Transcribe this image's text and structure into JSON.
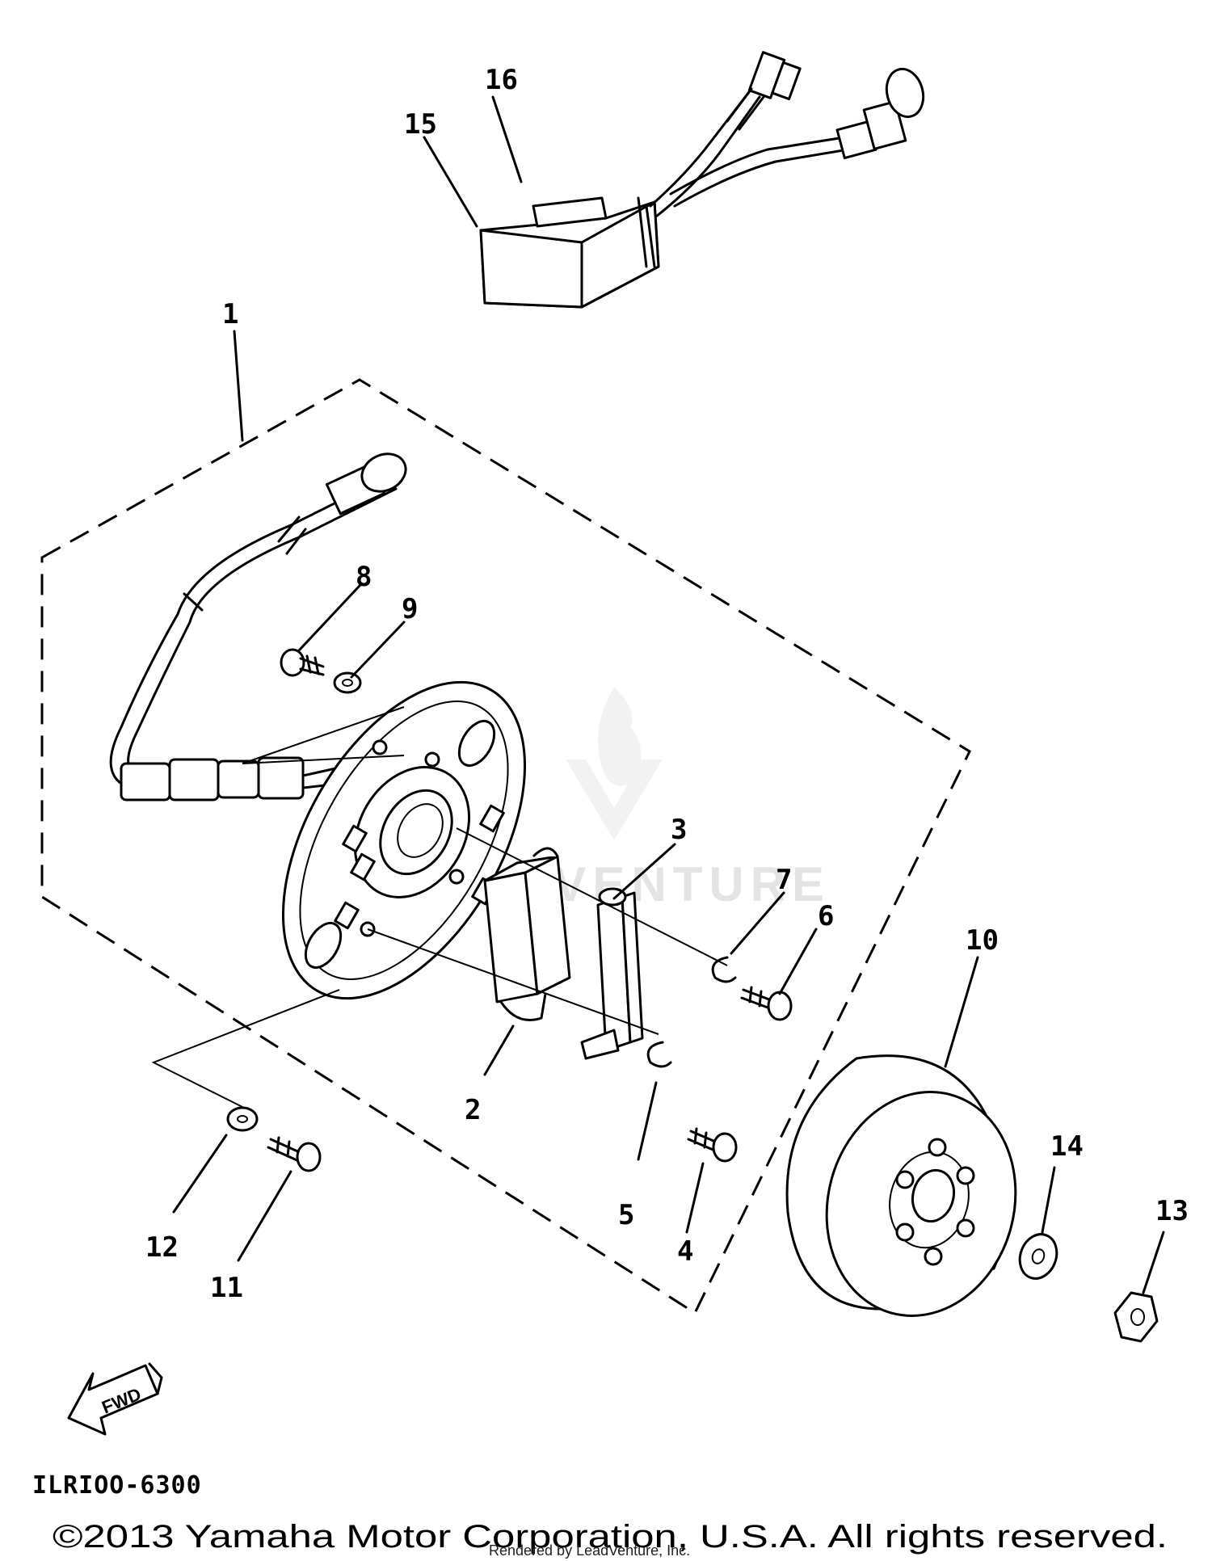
{
  "diagram_code": "ILRIOO-6300",
  "copyright": "©2013 Yamaha Motor Corporation, U.S.A. All rights reserved.",
  "rendered_by": "Rendered by LeadVenture, Inc.",
  "watermark": "LEADVENTURE",
  "direction_label": "FWD",
  "callouts": {
    "c1": "1",
    "c2": "2",
    "c3": "3",
    "c4": "4",
    "c5": "5",
    "c6": "6",
    "c7": "7",
    "c8": "8",
    "c9": "9",
    "c10": "10",
    "c11": "11",
    "c12": "12",
    "c13": "13",
    "c14": "14",
    "c15": "15",
    "c16": "16"
  }
}
